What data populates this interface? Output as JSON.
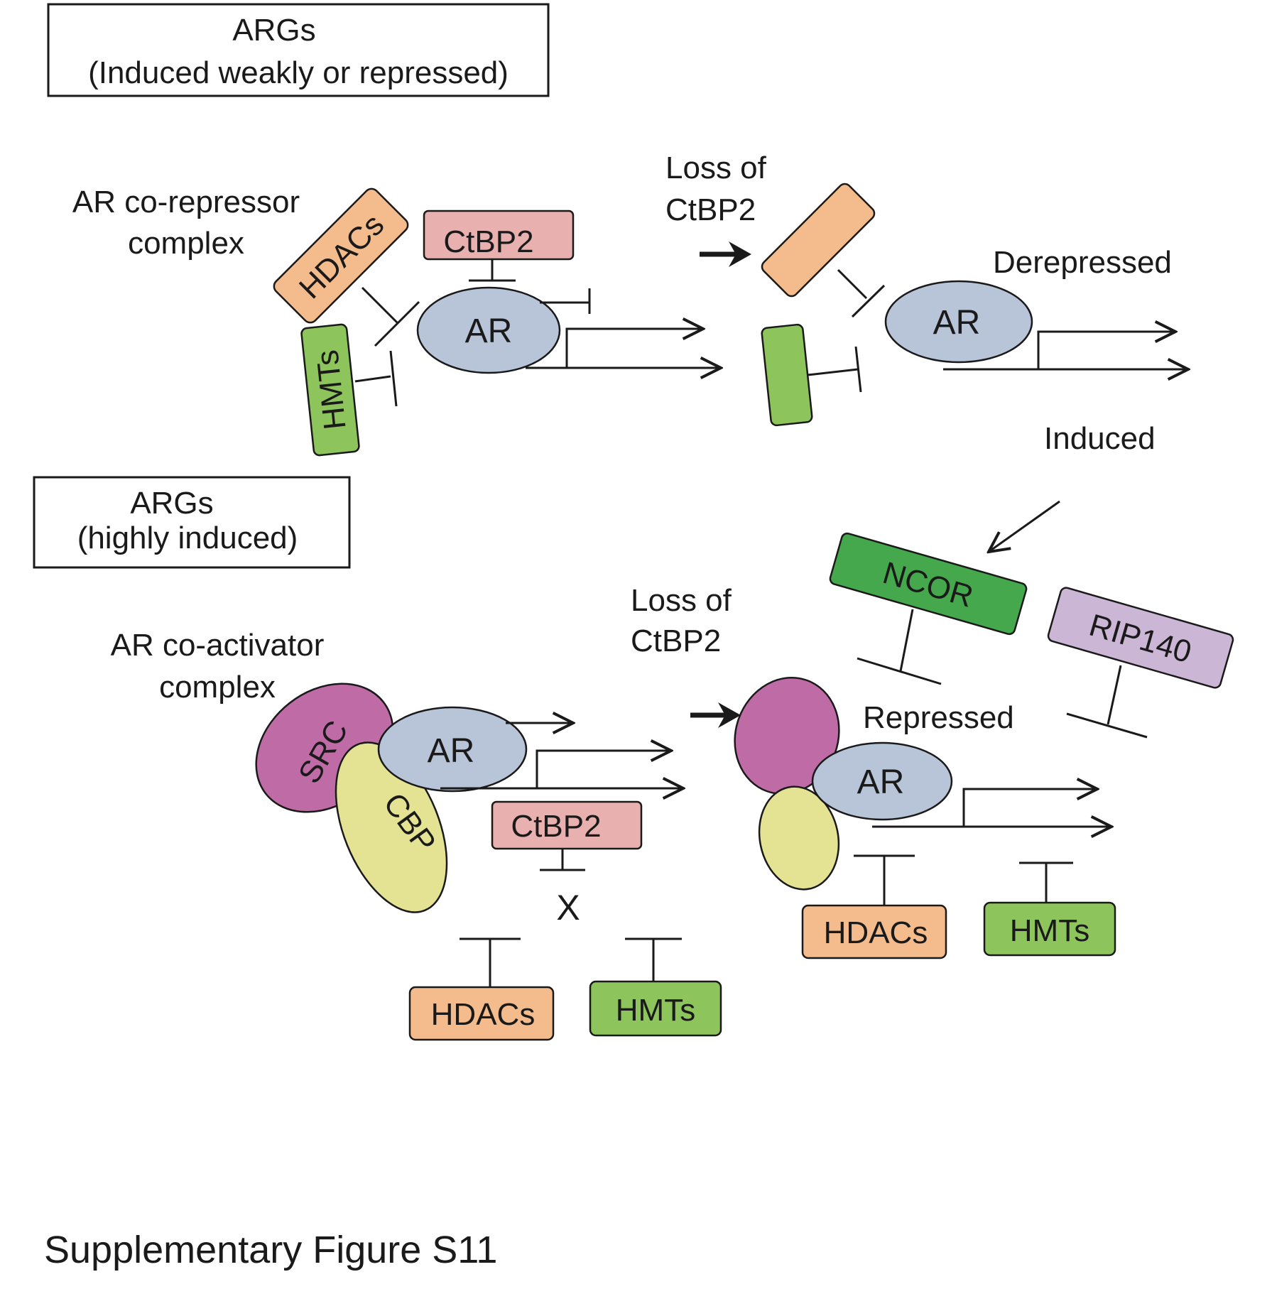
{
  "colors": {
    "hdacs": "#f4bc8c",
    "hmts": "#8dc45b",
    "ctbp2": "#e8b0ae",
    "ar": "#b8c4d8",
    "src": "#bf6ca6",
    "cbp": "#e3e393",
    "ncor": "#46a84c",
    "rip140": "#cbb6d6"
  },
  "top": {
    "box_line1": "ARGs",
    "box_line2": "(Induced weakly or repressed)",
    "complex_line1": "AR co-repressor",
    "complex_line2": "complex",
    "hdacs": "HDACs",
    "hmts": "HMTs",
    "ctbp2": "CtBP2",
    "ar": "AR",
    "loss_line1": "Loss of",
    "loss_line2": "CtBP2",
    "ar_right": "AR",
    "derepressed": "Derepressed",
    "induced": "Induced"
  },
  "bottom": {
    "box_line1": "ARGs",
    "box_line2": "(highly induced)",
    "complex_line1": "AR co-activator",
    "complex_line2": "complex",
    "src": "SRC",
    "cbp": "CBP",
    "ar": "AR",
    "ctbp2": "CtBP2",
    "x_mark": "X",
    "hdacs": "HDACs",
    "hmts": "HMTs",
    "loss_line1": "Loss of",
    "loss_line2": "CtBP2",
    "ncor": "NCOR",
    "rip140": "RIP140",
    "repressed": "Repressed",
    "ar_right": "AR",
    "hdacs_right": "HDACs",
    "hmts_right": "HMTs"
  },
  "footer": "Supplementary Figure S11"
}
